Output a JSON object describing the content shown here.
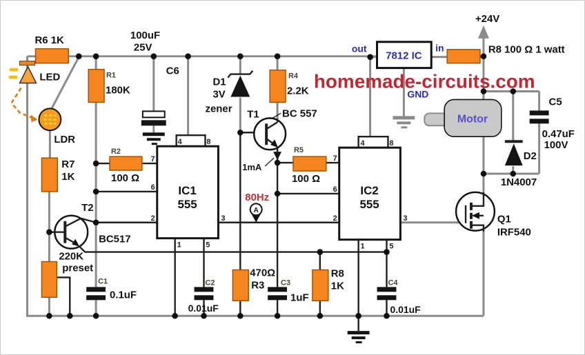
{
  "colors": {
    "wire_gray": "#8a8a8a",
    "component_orange": "#f5861f",
    "site_red": "#c22834",
    "frequency_red": "#c62f33",
    "regulator_blue": "#2b2bb0",
    "motor_text": "#5a4fcf"
  },
  "watermark": {
    "site": "homemade-circuits.com"
  },
  "power": {
    "supply": "+24V",
    "series_resistor": "R8 100 Ω 1 watt",
    "regulator": "7812 IC",
    "regulator_in": "in",
    "regulator_out": "out",
    "regulator_gnd": "GND",
    "filter_cap_value": "100uF",
    "filter_cap_voltage": "25V",
    "filter_cap_name": "C6"
  },
  "sensor": {
    "r6": "R6 1K",
    "led": "LED",
    "ldr": "LDR",
    "r7_name": "R7",
    "r7_value": "1K",
    "preset_value": "220K",
    "preset_label": "preset",
    "t2_name": "T2",
    "t2_part": "BC517"
  },
  "osc1": {
    "r1_name": "R1",
    "r1_value": "180K",
    "r2_name": "R2",
    "r2_value": "100 Ω",
    "ic_name": "IC1",
    "ic_part": "555",
    "c1_name": "C1",
    "c1_value": "0.1uF",
    "c2_name": "C2",
    "c2_value": "0.01uF",
    "freq": "80Hz",
    "meter": "A"
  },
  "ramp": {
    "d1_name": "D1",
    "d1_value": "3V",
    "d1_type": "zener",
    "t1_name": "T1",
    "t1_part": "BC 557",
    "r4_name": "R4",
    "r4_value": "2.2K",
    "current": "1mA",
    "r3_value": "470Ω",
    "r3_name": "R3",
    "c3_name": "C3",
    "c3_value": "1uF"
  },
  "osc2": {
    "r5_name": "R5",
    "r5_value": "100 Ω",
    "ic_name": "IC2",
    "ic_part": "555",
    "r8_name": "R8",
    "r8_value": "1K",
    "c4_name": "C4",
    "c4_value": "0.01uF"
  },
  "output": {
    "motor": "Motor",
    "c5_name": "C5",
    "c5_value": "0.47uF",
    "c5_voltage": "100V",
    "d2_name": "D2",
    "d2_part": "1N4007",
    "q1_name": "Q1",
    "q1_part": "IRF540"
  },
  "pins": {
    "p1": "1",
    "p2": "2",
    "p3": "3",
    "p4": "4",
    "p5": "5",
    "p6": "6",
    "p7": "7",
    "p8": "8"
  }
}
